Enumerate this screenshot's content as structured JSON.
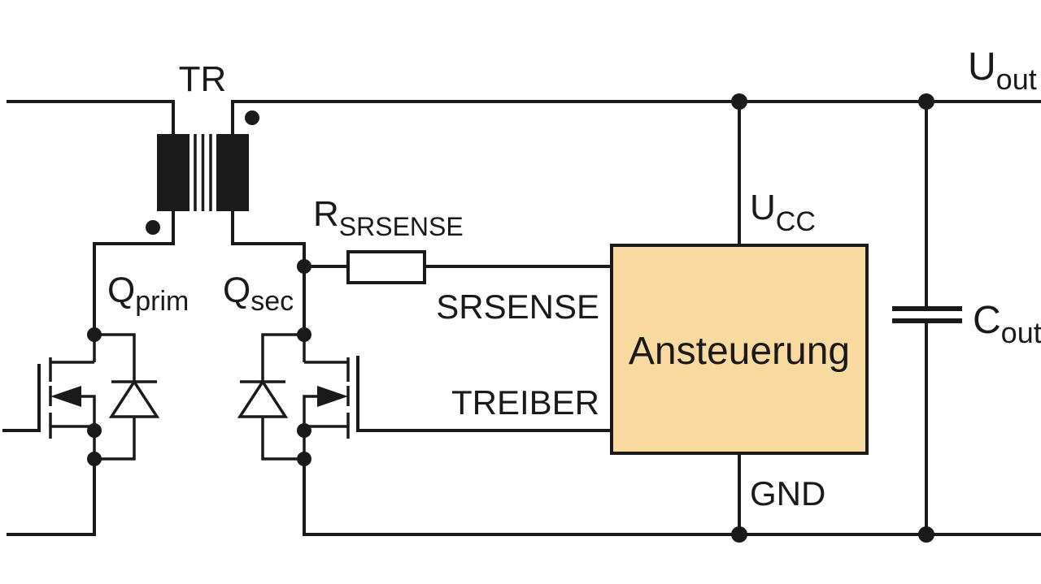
{
  "labels": {
    "transformer": "TR",
    "u_out_main": "U",
    "u_out_sub": "out",
    "q_prim_main": "Q",
    "q_prim_sub": "prim",
    "q_sec_main": "Q",
    "q_sec_sub": "sec",
    "r_main": "R",
    "r_sub": "SRSENSE",
    "u_cc_main": "U",
    "u_cc_sub": "CC",
    "pin_srsense": "SRSENSE",
    "pin_treiber": "TREIBER",
    "pin_gnd": "GND",
    "c_out_main": "C",
    "c_out_sub": "out",
    "controller": "Ansteuerung"
  },
  "colors": {
    "controller_fill": "#f8d9a0",
    "line": "#1a1a1a"
  }
}
